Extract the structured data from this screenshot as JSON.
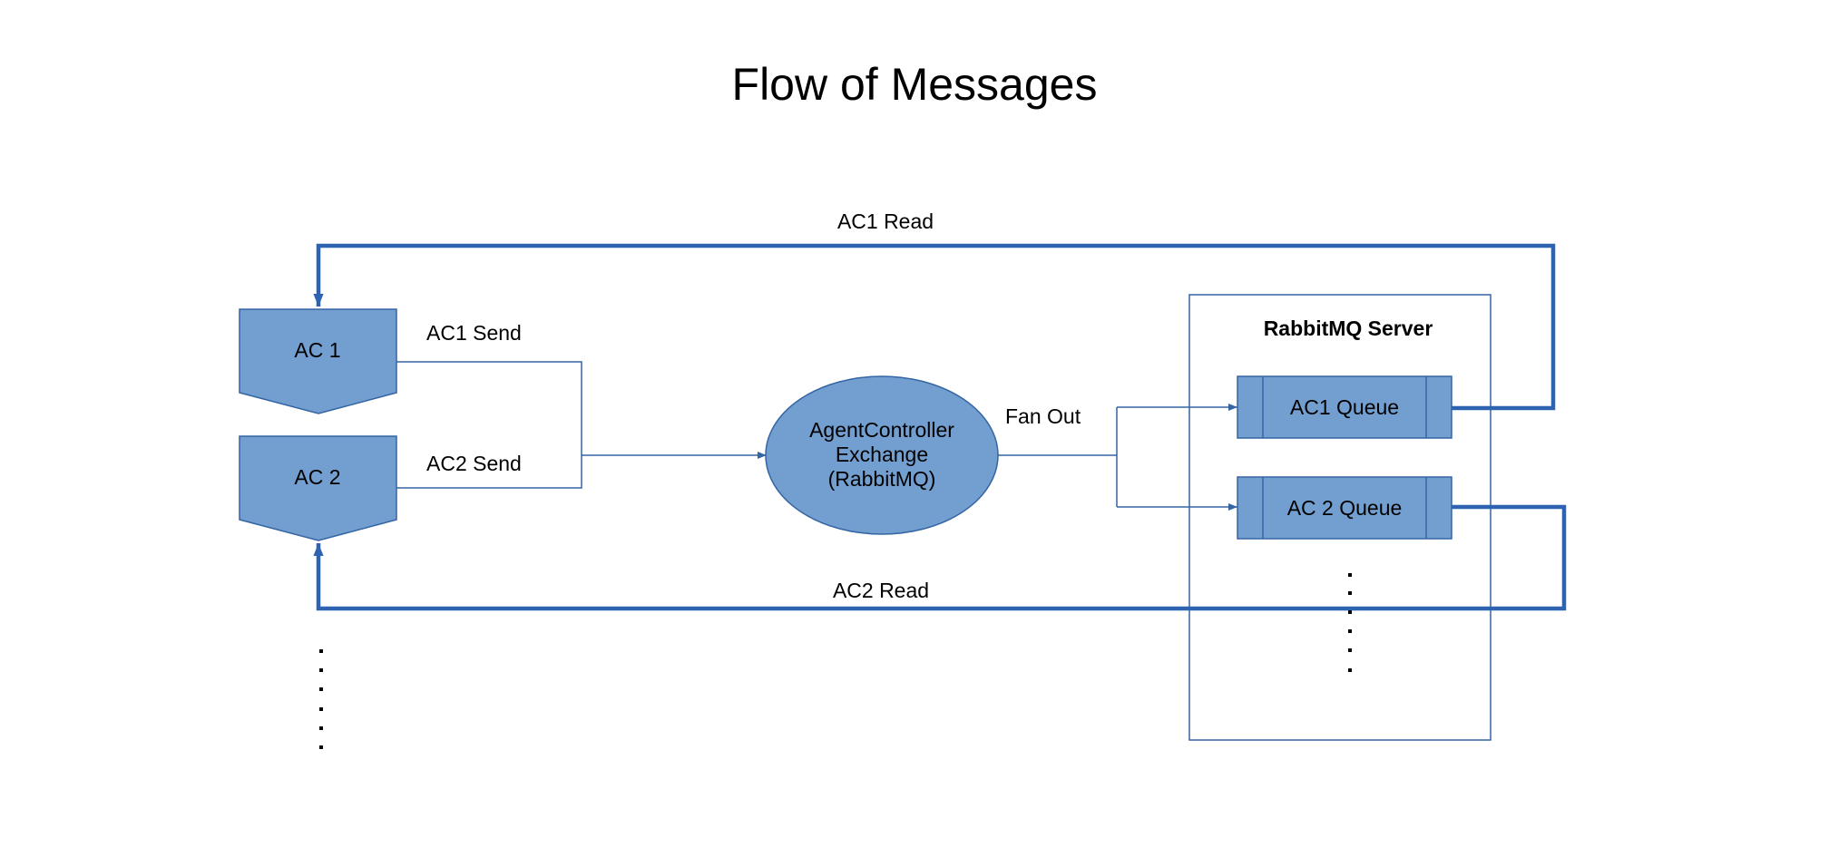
{
  "title": "Flow of Messages",
  "colors": {
    "node_fill": "#729fcf",
    "node_stroke": "#3465a4",
    "thick_line": "#2e63b1",
    "thin_line": "#3465a4"
  },
  "nodes": {
    "ac1": "AC 1",
    "ac2": "AC 2",
    "exchange_line1": "AgentController",
    "exchange_line2": "Exchange",
    "exchange_line3": "(RabbitMQ)",
    "server_title": "RabbitMQ Server",
    "queue1": "AC1 Queue",
    "queue2": "AC 2 Queue"
  },
  "edges": {
    "ac1_send": "AC1 Send",
    "ac2_send": "AC2 Send",
    "fan_out": "Fan Out",
    "ac1_read": "AC1 Read",
    "ac2_read": "AC2 Read"
  }
}
